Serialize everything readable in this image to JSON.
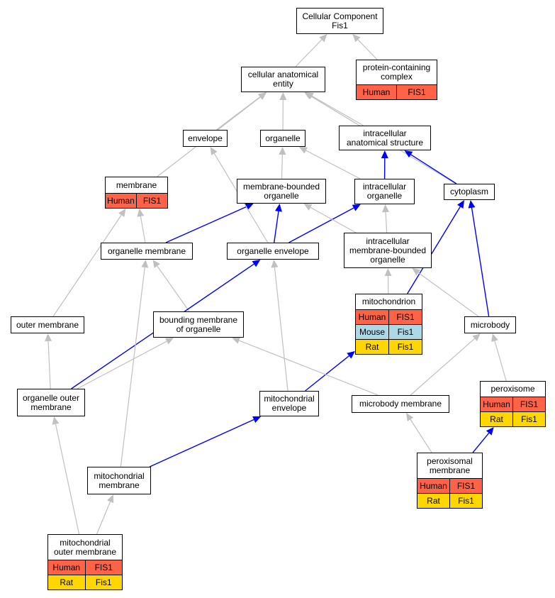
{
  "colors": {
    "is_a_edge": "#c0c0c0",
    "part_of_edge": "#0000ff",
    "human": "#ff6347",
    "mouse": "#add8e6",
    "rat": "#ffd700"
  },
  "nodes": {
    "cellular_component": {
      "label": "Cellular Component\nFis1"
    },
    "protein_complex": {
      "label": "protein-containing\ncomplex",
      "annotations": [
        {
          "species": "Human",
          "gene": "FIS1",
          "color": "human"
        }
      ]
    },
    "anatomical_entity": {
      "label": "cellular anatomical\nentity"
    },
    "envelope": {
      "label": "envelope"
    },
    "organelle": {
      "label": "organelle"
    },
    "intracellular_structure": {
      "label": "intracellular\nanatomical structure"
    },
    "membrane": {
      "label": "membrane",
      "annotations": [
        {
          "species": "Human",
          "gene": "FIS1",
          "color": "human"
        }
      ]
    },
    "membrane_bounded_organelle": {
      "label": "membrane-bounded\norganelle"
    },
    "intracellular_organelle": {
      "label": "intracellular\norganelle"
    },
    "cytoplasm": {
      "label": "cytoplasm"
    },
    "organelle_membrane": {
      "label": "organelle membrane"
    },
    "organelle_envelope": {
      "label": "organelle envelope"
    },
    "intracellular_mb_organelle": {
      "label": "intracellular\nmembrane-bounded\norganelle"
    },
    "mitochondrion": {
      "label": "mitochondrion",
      "annotations": [
        {
          "species": "Human",
          "gene": "FIS1",
          "color": "human"
        },
        {
          "species": "Mouse",
          "gene": "Fis1",
          "color": "mouse"
        },
        {
          "species": "Rat",
          "gene": "Fis1",
          "color": "rat"
        }
      ]
    },
    "outer_membrane": {
      "label": "outer membrane"
    },
    "bounding_membrane": {
      "label": "bounding membrane\nof organelle"
    },
    "microbody": {
      "label": "microbody"
    },
    "organelle_outer_membrane": {
      "label": "organelle outer\nmembrane"
    },
    "mitochondrial_envelope": {
      "label": "mitochondrial\nenvelope"
    },
    "microbody_membrane": {
      "label": "microbody membrane"
    },
    "peroxisome": {
      "label": "peroxisome",
      "annotations": [
        {
          "species": "Human",
          "gene": "FIS1",
          "color": "human"
        },
        {
          "species": "Rat",
          "gene": "Fis1",
          "color": "rat"
        }
      ]
    },
    "mitochondrial_membrane": {
      "label": "mitochondrial\nmembrane"
    },
    "peroxisomal_membrane": {
      "label": "peroxisomal\nmembrane",
      "annotations": [
        {
          "species": "Human",
          "gene": "FIS1",
          "color": "human"
        },
        {
          "species": "Rat",
          "gene": "Fis1",
          "color": "rat"
        }
      ]
    },
    "mito_outer_membrane": {
      "label": "mitochondrial\nouter membrane",
      "annotations": [
        {
          "species": "Human",
          "gene": "FIS1",
          "color": "human"
        },
        {
          "species": "Rat",
          "gene": "Fis1",
          "color": "rat"
        }
      ]
    }
  },
  "edges": [
    {
      "from": "protein_complex",
      "to": "cellular_component",
      "type": "is_a"
    },
    {
      "from": "anatomical_entity",
      "to": "cellular_component",
      "type": "is_a"
    },
    {
      "from": "membrane",
      "to": "anatomical_entity",
      "type": "is_a"
    },
    {
      "from": "envelope",
      "to": "anatomical_entity",
      "type": "is_a"
    },
    {
      "from": "organelle",
      "to": "anatomical_entity",
      "type": "is_a"
    },
    {
      "from": "intracellular_structure",
      "to": "anatomical_entity",
      "type": "is_a"
    },
    {
      "from": "cytoplasm",
      "to": "anatomical_entity",
      "type": "is_a"
    },
    {
      "from": "cytoplasm",
      "to": "intracellular_structure",
      "type": "part_of"
    },
    {
      "from": "intracellular_organelle",
      "to": "intracellular_structure",
      "type": "part_of"
    },
    {
      "from": "intracellular_organelle",
      "to": "organelle",
      "type": "is_a"
    },
    {
      "from": "membrane_bounded_organelle",
      "to": "organelle",
      "type": "is_a"
    },
    {
      "from": "organelle_membrane",
      "to": "membrane",
      "type": "is_a"
    },
    {
      "from": "organelle_membrane",
      "to": "membrane_bounded_organelle",
      "type": "part_of"
    },
    {
      "from": "organelle_envelope",
      "to": "envelope",
      "type": "is_a"
    },
    {
      "from": "organelle_envelope",
      "to": "membrane_bounded_organelle",
      "type": "part_of"
    },
    {
      "from": "organelle_envelope",
      "to": "intracellular_organelle",
      "type": "part_of"
    },
    {
      "from": "intracellular_mb_organelle",
      "to": "membrane_bounded_organelle",
      "type": "is_a"
    },
    {
      "from": "intracellular_mb_organelle",
      "to": "intracellular_organelle",
      "type": "is_a"
    },
    {
      "from": "mitochondrion",
      "to": "intracellular_mb_organelle",
      "type": "is_a"
    },
    {
      "from": "mitochondrion",
      "to": "cytoplasm",
      "type": "part_of"
    },
    {
      "from": "microbody",
      "to": "intracellular_mb_organelle",
      "type": "is_a"
    },
    {
      "from": "microbody",
      "to": "cytoplasm",
      "type": "part_of"
    },
    {
      "from": "outer_membrane",
      "to": "membrane",
      "type": "is_a"
    },
    {
      "from": "bounding_membrane",
      "to": "organelle_membrane",
      "type": "is_a"
    },
    {
      "from": "organelle_outer_membrane",
      "to": "outer_membrane",
      "type": "is_a"
    },
    {
      "from": "organelle_outer_membrane",
      "to": "bounding_membrane",
      "type": "is_a"
    },
    {
      "from": "organelle_outer_membrane",
      "to": "organelle_envelope",
      "type": "part_of"
    },
    {
      "from": "mitochondrial_envelope",
      "to": "organelle_envelope",
      "type": "is_a"
    },
    {
      "from": "mitochondrial_envelope",
      "to": "mitochondrion",
      "type": "part_of"
    },
    {
      "from": "microbody_membrane",
      "to": "bounding_membrane",
      "type": "is_a"
    },
    {
      "from": "microbody_membrane",
      "to": "microbody",
      "type": "is_a"
    },
    {
      "from": "peroxisome",
      "to": "microbody",
      "type": "is_a"
    },
    {
      "from": "mitochondrial_membrane",
      "to": "organelle_membrane",
      "type": "is_a"
    },
    {
      "from": "mitochondrial_membrane",
      "to": "mitochondrial_envelope",
      "type": "part_of"
    },
    {
      "from": "peroxisomal_membrane",
      "to": "microbody_membrane",
      "type": "is_a"
    },
    {
      "from": "peroxisomal_membrane",
      "to": "peroxisome",
      "type": "part_of"
    },
    {
      "from": "mito_outer_membrane",
      "to": "organelle_outer_membrane",
      "type": "is_a"
    },
    {
      "from": "mito_outer_membrane",
      "to": "mitochondrial_membrane",
      "type": "is_a"
    }
  ]
}
